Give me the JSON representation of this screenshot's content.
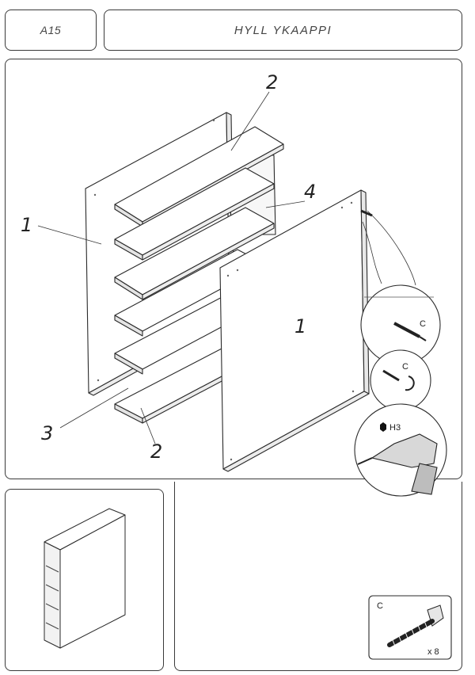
{
  "header": {
    "code": "A15",
    "title": "HYLL YKAAPPI"
  },
  "callouts": {
    "side_panel_top_label": "2",
    "side_panel_left_label": "1",
    "back_panel_label": "4",
    "front_panel_label": "1",
    "bottom_shelf_label_a": "3",
    "bottom_shelf_label_b": "2"
  },
  "details": {
    "screw_label_1": "C",
    "screw_label_2": "C",
    "tool_label": "H3"
  },
  "parts_box": {
    "part_letter": "C",
    "quantity": "x 8"
  },
  "icons": [
    "screw-icon",
    "drill-icon",
    "hex-bit-icon",
    "cabinet-icon"
  ]
}
